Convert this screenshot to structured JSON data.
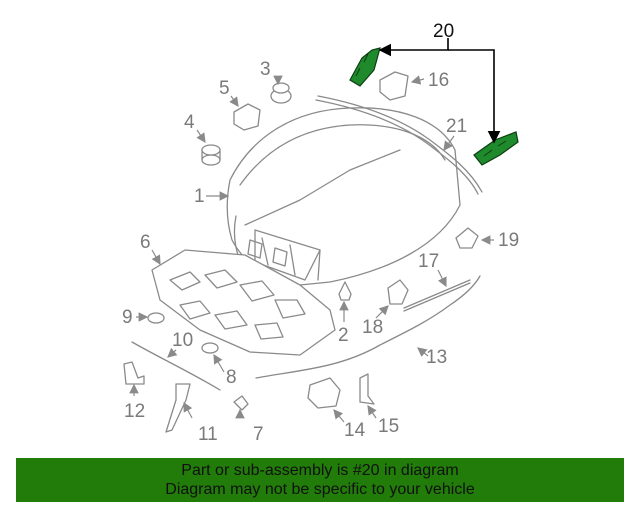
{
  "callouts": {
    "p1": "1",
    "p2": "2",
    "p3": "3",
    "p4": "4",
    "p5": "5",
    "p6": "6",
    "p7": "7",
    "p8": "8",
    "p9": "9",
    "p10": "10",
    "p11": "11",
    "p12": "12",
    "p13": "13",
    "p14": "14",
    "p15": "15",
    "p16": "16",
    "p17": "17",
    "p18": "18",
    "p19": "19",
    "p20": "20",
    "p21": "21"
  },
  "highlight_part": "20",
  "colors": {
    "highlight": "#1e8a2c",
    "footer_bg": "#217c09",
    "line": "#8a8a8a"
  },
  "footer": {
    "line1": "Part or sub-assembly is #20 in diagram",
    "line2": "Diagram may not be specific to your vehicle"
  }
}
